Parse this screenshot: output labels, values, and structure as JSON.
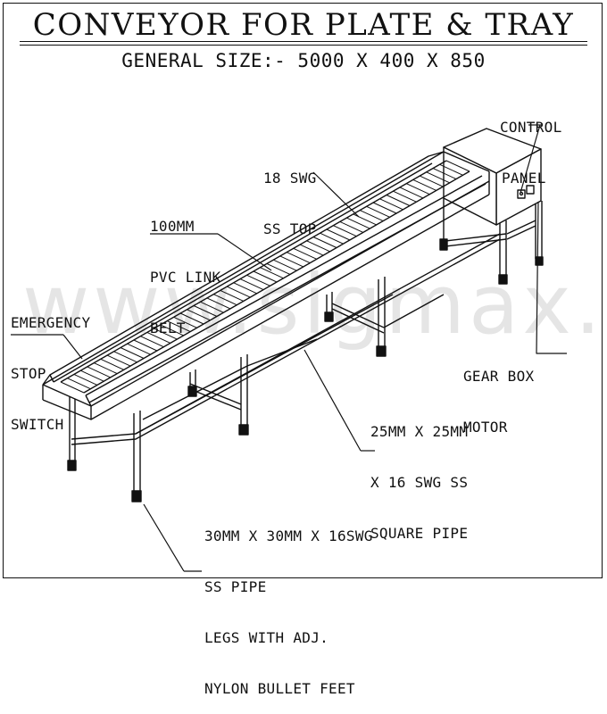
{
  "title": "CONVEYOR FOR PLATE & TRAY",
  "subtitle": "GENERAL SIZE:- 5000 X 400 X 850",
  "watermark": "www.sigmax.in",
  "labels": {
    "control_panel": [
      "CONTROL",
      "PANEL"
    ],
    "ss_top": [
      "18 SWG",
      "SS TOP"
    ],
    "pvc_belt": [
      "100MM",
      "PVC LINK",
      "BELT"
    ],
    "emergency_stop": [
      "EMERGENCY",
      "STOP",
      "SWITCH"
    ],
    "gear_box": [
      "GEAR BOX",
      "MOTOR"
    ],
    "square_pipe": [
      "25MM X 25MM",
      "X 16 SWG SS",
      "SQUARE PIPE"
    ],
    "legs": [
      "30MM X 30MM X 16SWG",
      "SS PIPE",
      "LEGS WITH ADJ.",
      "NYLON BULLET FEET"
    ]
  }
}
